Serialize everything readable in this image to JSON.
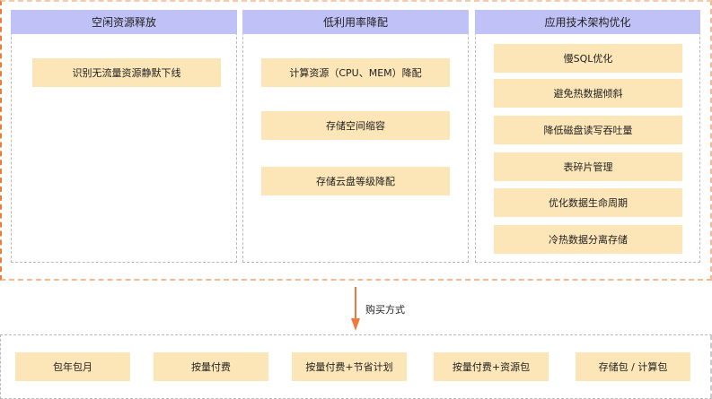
{
  "columns": [
    {
      "title": "空闲资源释放",
      "items": [
        "识别无流量资源静默下线"
      ]
    },
    {
      "title": "低利用率降配",
      "items": [
        "计算资源（CPU、MEM）降配",
        "存储空间缩容",
        "存储云盘等级降配"
      ]
    },
    {
      "title": "应用技术架构优化",
      "items": [
        "慢SQL优化",
        "避免热数据倾斜",
        "降低磁盘读写吞吐量",
        "表碎片管理",
        "优化数据生命周期",
        "冷热数据分离存储"
      ]
    }
  ],
  "arrow": {
    "label": "购买方式"
  },
  "purchase_methods": [
    "包年包月",
    "按量付费",
    "按量付费+节省计划",
    "按量付费+资源包",
    "存储包 / 计算包"
  ],
  "colors": {
    "header": "#c0c1f7",
    "item": "#fce5b6",
    "accent": "#ee7b3a"
  }
}
